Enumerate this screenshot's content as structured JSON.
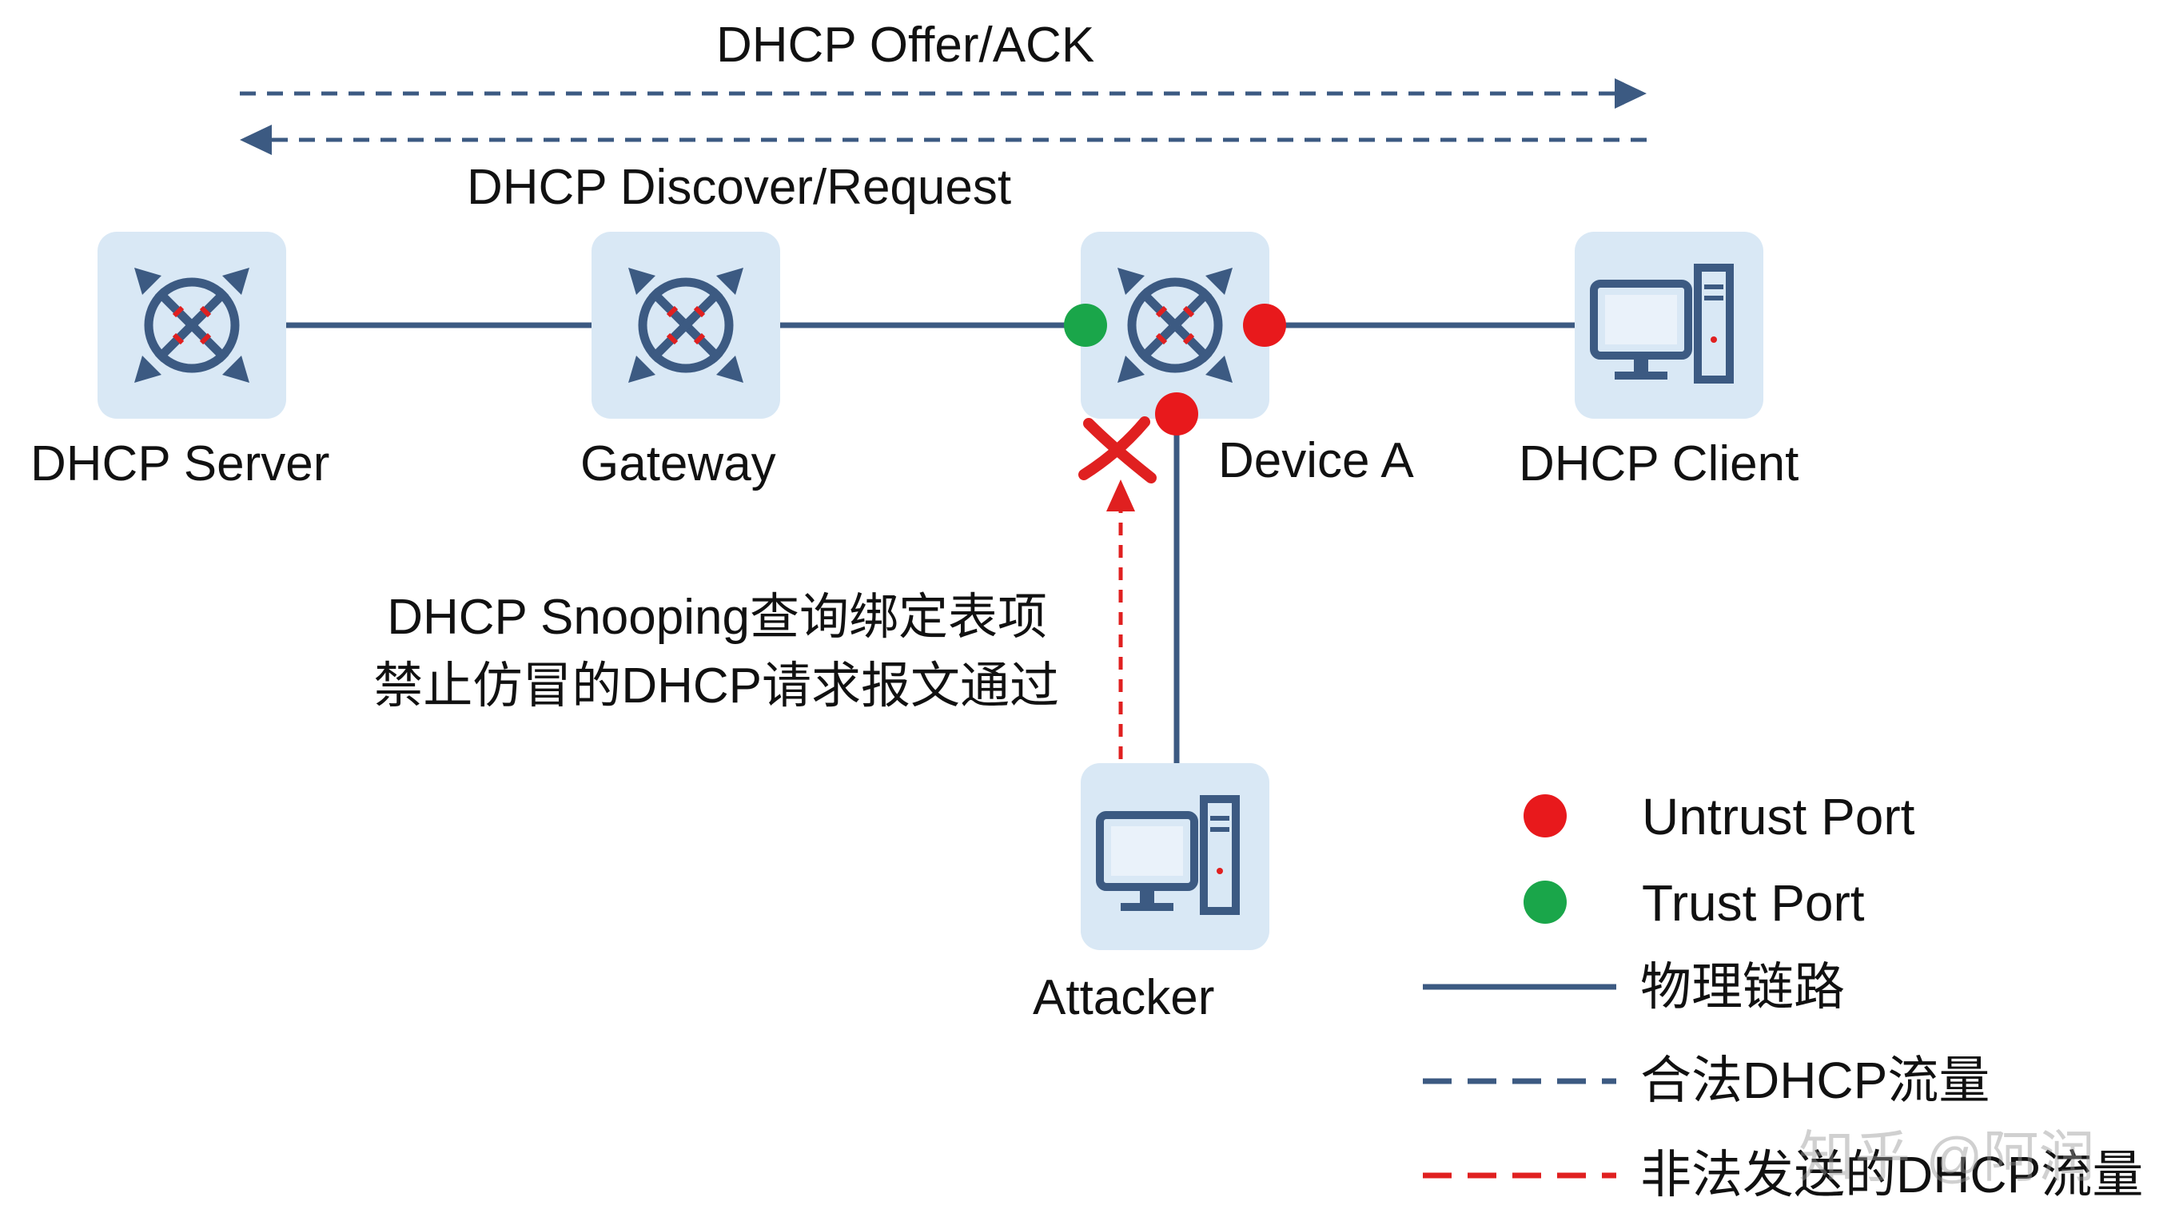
{
  "flows": {
    "top": "DHCP Offer/ACK",
    "bottom": "DHCP Discover/Request"
  },
  "nodes": {
    "server": "DHCP Server",
    "gateway": "Gateway",
    "device_a": "Device A",
    "client": "DHCP Client",
    "attacker": "Attacker"
  },
  "note": {
    "line1": "DHCP Snooping查询绑定表项",
    "line2": "禁止仿冒的DHCP请求报文通过"
  },
  "legend": {
    "untrust": "Untrust Port",
    "trust": "Trust Port",
    "physical": "物理链路",
    "legal": "合法DHCP流量",
    "illegal": "非法发送的DHCP流量"
  },
  "watermark": "知乎 @阿润",
  "colors": {
    "link": "#3c5a82",
    "icon_bg": "#d9e8f5",
    "untrust": "#e8191c",
    "trust": "#1aa64a",
    "illegal": "#e02020"
  },
  "icons": {
    "switch": "switch-icon",
    "pc": "pc-icon",
    "blocked": "cross-icon"
  }
}
